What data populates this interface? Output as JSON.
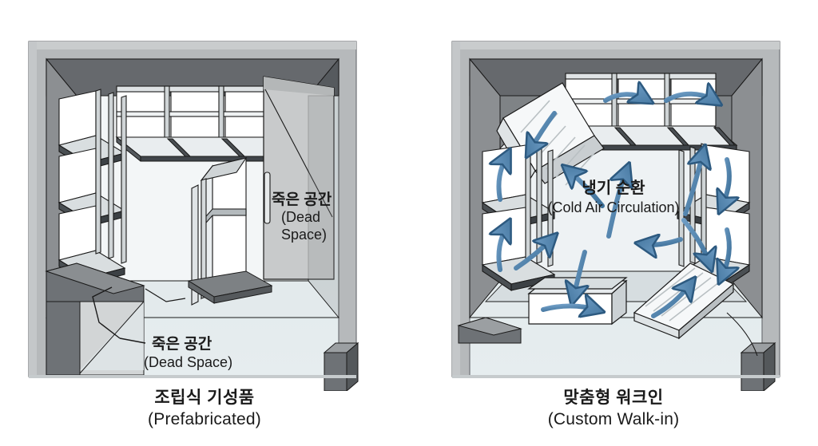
{
  "page": {
    "background_color": "#ffffff",
    "text_color": "#1a1a1a"
  },
  "palette": {
    "room_interior": "#dfe7ea",
    "floor": "#e3eaec",
    "wall_outer": "#a8aaac",
    "wall_outer_light": "#c9cccd",
    "ceiling_dark": "#5e6165",
    "ceiling_mid": "#6f7276",
    "wall_side": "#7d8083",
    "dead_space_fill": "#c9cbcc",
    "shelf_light": "#f4f6f7",
    "shelf_white": "#ffffff",
    "shelf_edge_dark": "#3a3d40",
    "shelf_gray": "#b9bec1",
    "arrow_blue": "#4a83b5",
    "arrow_blue_dark": "#2d5a80",
    "outline": "#1a1a1a"
  },
  "panels": [
    {
      "id": "prefabricated",
      "caption_ko": "조립식 기성품",
      "caption_en": "(Prefabricated)",
      "annotations": [
        {
          "id": "dead-space-right",
          "ko": "죽은 공간",
          "en_line1": "(Dead",
          "en_line2": "Space)"
        },
        {
          "id": "dead-space-bottom",
          "ko": "죽은 공간",
          "en": "(Dead Space)"
        }
      ]
    },
    {
      "id": "custom-walkin",
      "caption_ko": "맞춤형 워크인",
      "caption_en": "(Custom Walk-in)",
      "annotations": [
        {
          "id": "cold-air-circulation",
          "ko": "냉기 순환",
          "en": "(Cold Air Circulation)"
        }
      ]
    }
  ]
}
